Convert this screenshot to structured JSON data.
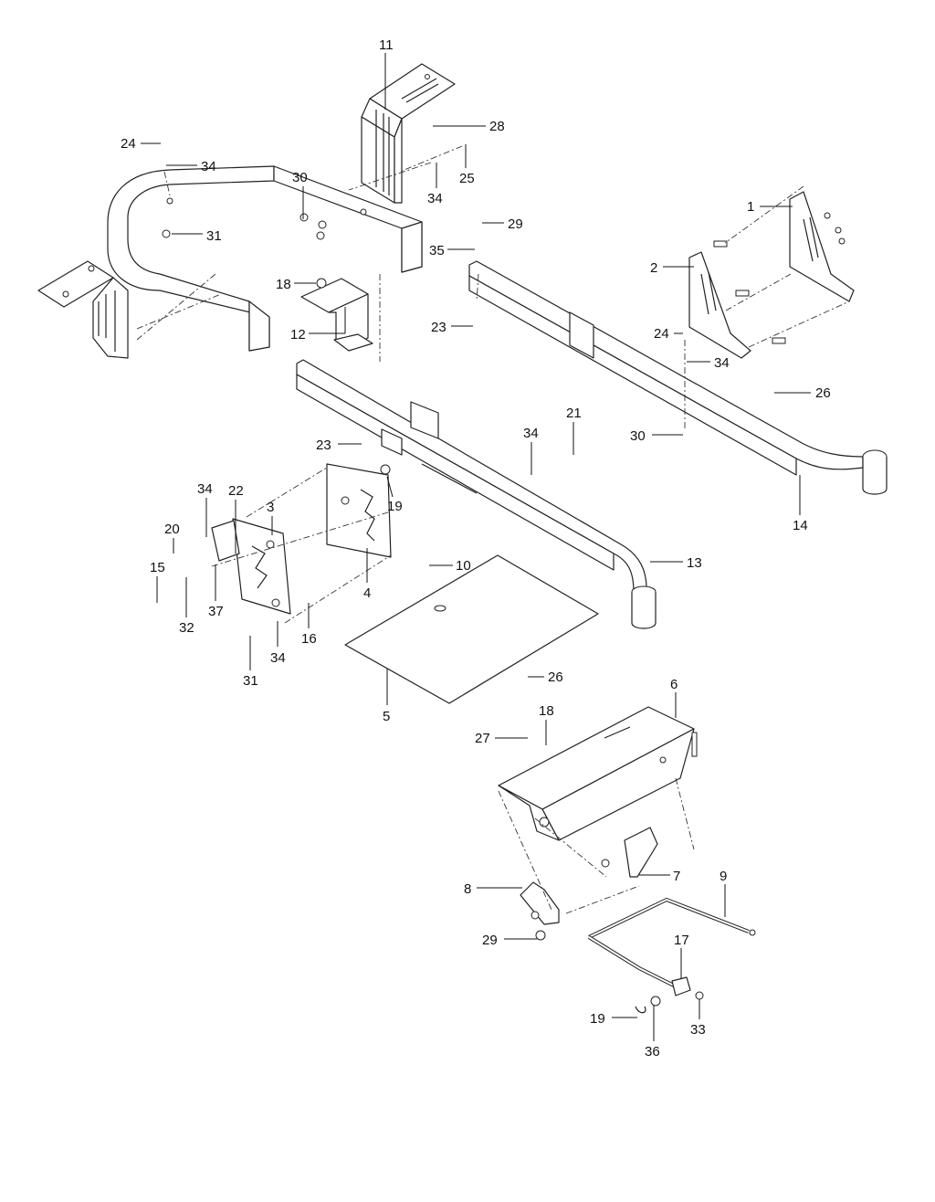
{
  "diagram": {
    "callouts": [
      {
        "id": "c11a",
        "label": "11"
      },
      {
        "id": "c28a",
        "label": "28"
      },
      {
        "id": "c24a",
        "label": "24"
      },
      {
        "id": "c34a",
        "label": "34"
      },
      {
        "id": "c30a",
        "label": "30"
      },
      {
        "id": "c34b",
        "label": "34"
      },
      {
        "id": "c25a",
        "label": "25"
      },
      {
        "id": "c31a",
        "label": "31"
      },
      {
        "id": "c29a",
        "label": "29"
      },
      {
        "id": "c35a",
        "label": "35"
      },
      {
        "id": "c1a",
        "label": "1"
      },
      {
        "id": "c2a",
        "label": "2"
      },
      {
        "id": "c18a",
        "label": "18"
      },
      {
        "id": "c12a",
        "label": "12"
      },
      {
        "id": "c23a",
        "label": "23"
      },
      {
        "id": "c24b",
        "label": "24"
      },
      {
        "id": "c34c",
        "label": "34"
      },
      {
        "id": "c26a",
        "label": "26"
      },
      {
        "id": "c23b",
        "label": "23"
      },
      {
        "id": "c34d",
        "label": "34"
      },
      {
        "id": "c21a",
        "label": "21"
      },
      {
        "id": "c30b",
        "label": "30"
      },
      {
        "id": "c14a",
        "label": "14"
      },
      {
        "id": "c34e",
        "label": "34"
      },
      {
        "id": "c22a",
        "label": "22"
      },
      {
        "id": "c3a",
        "label": "3"
      },
      {
        "id": "c19a",
        "label": "19"
      },
      {
        "id": "c20a",
        "label": "20"
      },
      {
        "id": "c15a",
        "label": "15"
      },
      {
        "id": "c10a",
        "label": "10"
      },
      {
        "id": "c13a",
        "label": "13"
      },
      {
        "id": "c4a",
        "label": "4"
      },
      {
        "id": "c32a",
        "label": "32"
      },
      {
        "id": "c37a",
        "label": "37"
      },
      {
        "id": "c16a",
        "label": "16"
      },
      {
        "id": "c31b",
        "label": "31"
      },
      {
        "id": "c34f",
        "label": "34"
      },
      {
        "id": "c5a",
        "label": "5"
      },
      {
        "id": "c26b",
        "label": "26"
      },
      {
        "id": "c6a",
        "label": "6"
      },
      {
        "id": "c18b",
        "label": "18"
      },
      {
        "id": "c27a",
        "label": "27"
      },
      {
        "id": "c7a",
        "label": "7"
      },
      {
        "id": "c9a",
        "label": "9"
      },
      {
        "id": "c8a",
        "label": "8"
      },
      {
        "id": "c29b",
        "label": "29"
      },
      {
        "id": "c17a",
        "label": "17"
      },
      {
        "id": "c19b",
        "label": "19"
      },
      {
        "id": "c33a",
        "label": "33"
      },
      {
        "id": "c36a",
        "label": "36"
      }
    ]
  }
}
